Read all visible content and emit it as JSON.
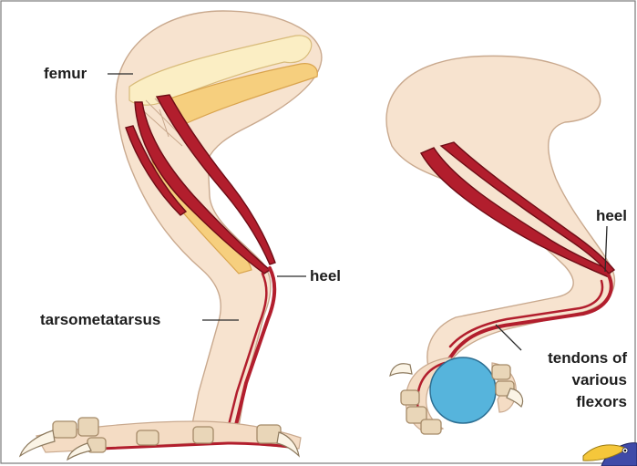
{
  "labels": {
    "femur": "femur",
    "heel_left": "heel",
    "tarsometatarsus": "tarsometatarsus",
    "heel_right": "heel",
    "tendons_line1": "tendons of",
    "tendons_line2": "various",
    "tendons_line3": "flexors"
  },
  "colors": {
    "skin": "#f7e3cf",
    "bone": "#fbeec4",
    "muscle": "#b21e2d",
    "ball": "#56b4dc",
    "label": "#1d1d1d"
  },
  "icons": {
    "mascot": "bird-mascot-icon"
  }
}
